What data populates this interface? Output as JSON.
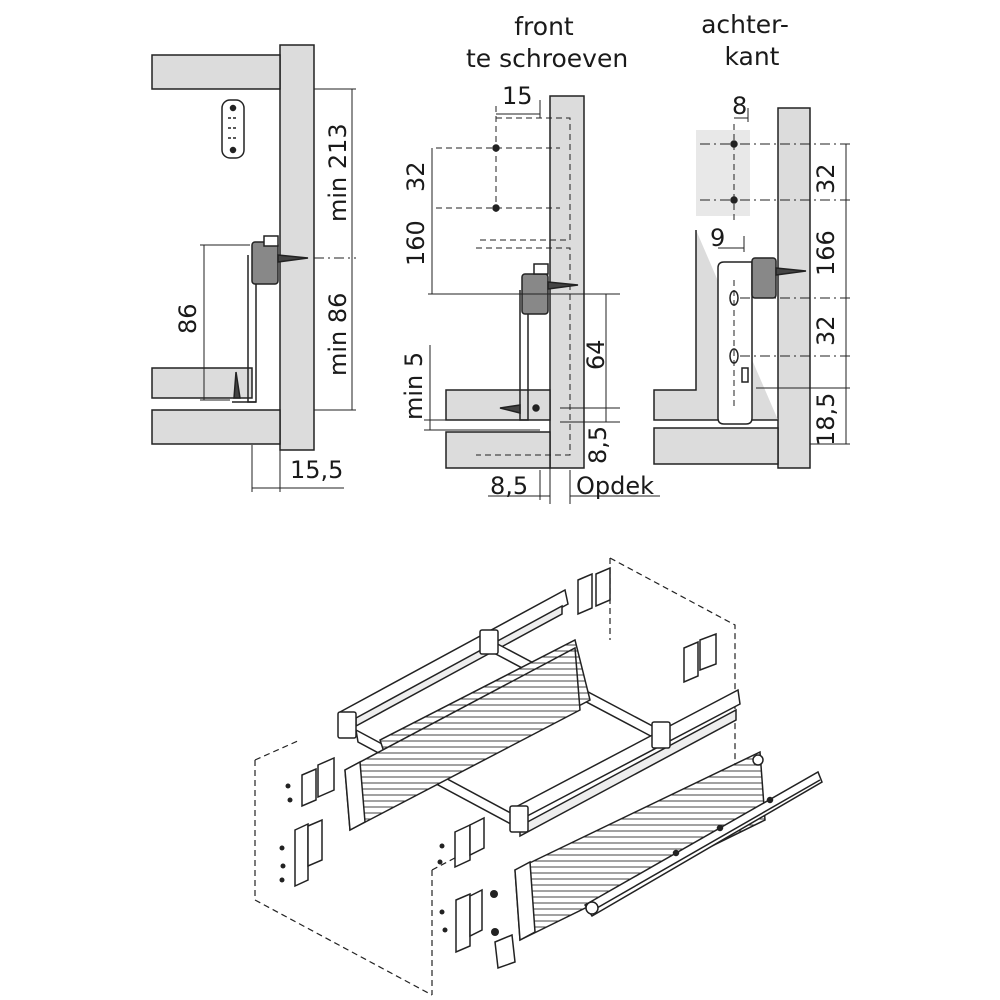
{
  "colors": {
    "panel": "#dcdcdc",
    "line": "#222222",
    "background": "#ffffff"
  },
  "headings": {
    "front_line1": "front",
    "front_line2": "te schroeven",
    "back_line1": "achter-",
    "back_line2": "kant"
  },
  "dims": {
    "min213": "min 213",
    "min86": "min 86",
    "d86": "86",
    "d15_5": "15,5",
    "d15": "15",
    "d32a": "32",
    "d160": "160",
    "min5": "min 5",
    "d64": "64",
    "d8_5a": "8,5",
    "d8_5b": "8,5",
    "opdek": "Opdek",
    "d8": "8",
    "d32b": "32",
    "d9": "9",
    "d166": "166",
    "d32c": "32",
    "d18_5": "18,5"
  }
}
